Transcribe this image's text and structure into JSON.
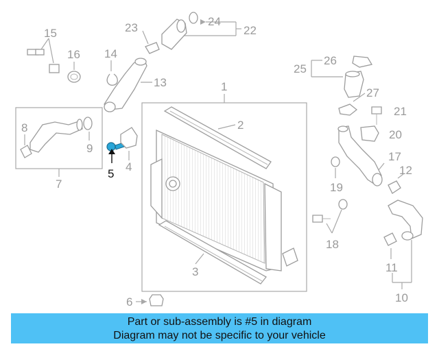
{
  "labels": {
    "n1": "1",
    "n2": "2",
    "n3": "3",
    "n4": "4",
    "n5": "5",
    "n6": "6",
    "n7": "7",
    "n8": "8",
    "n9": "9",
    "n10": "10",
    "n11": "11",
    "n12": "12",
    "n13": "13",
    "n14": "14",
    "n15": "15",
    "n16": "16",
    "n17": "17",
    "n18": "18",
    "n19": "19",
    "n20": "20",
    "n21": "21",
    "n22": "22",
    "n23": "23",
    "n24": "24",
    "n25": "25",
    "n26": "26",
    "n27": "27"
  },
  "highlighted_part": "5",
  "banner": {
    "line1": "Part or sub-assembly is #5 in diagram",
    "line2": "Diagram may not be specific to your vehicle"
  },
  "colors": {
    "banner_bg": "#4fc1f5",
    "highlight_part": "#2aa6d8",
    "line_art": "#a8a8a8"
  }
}
